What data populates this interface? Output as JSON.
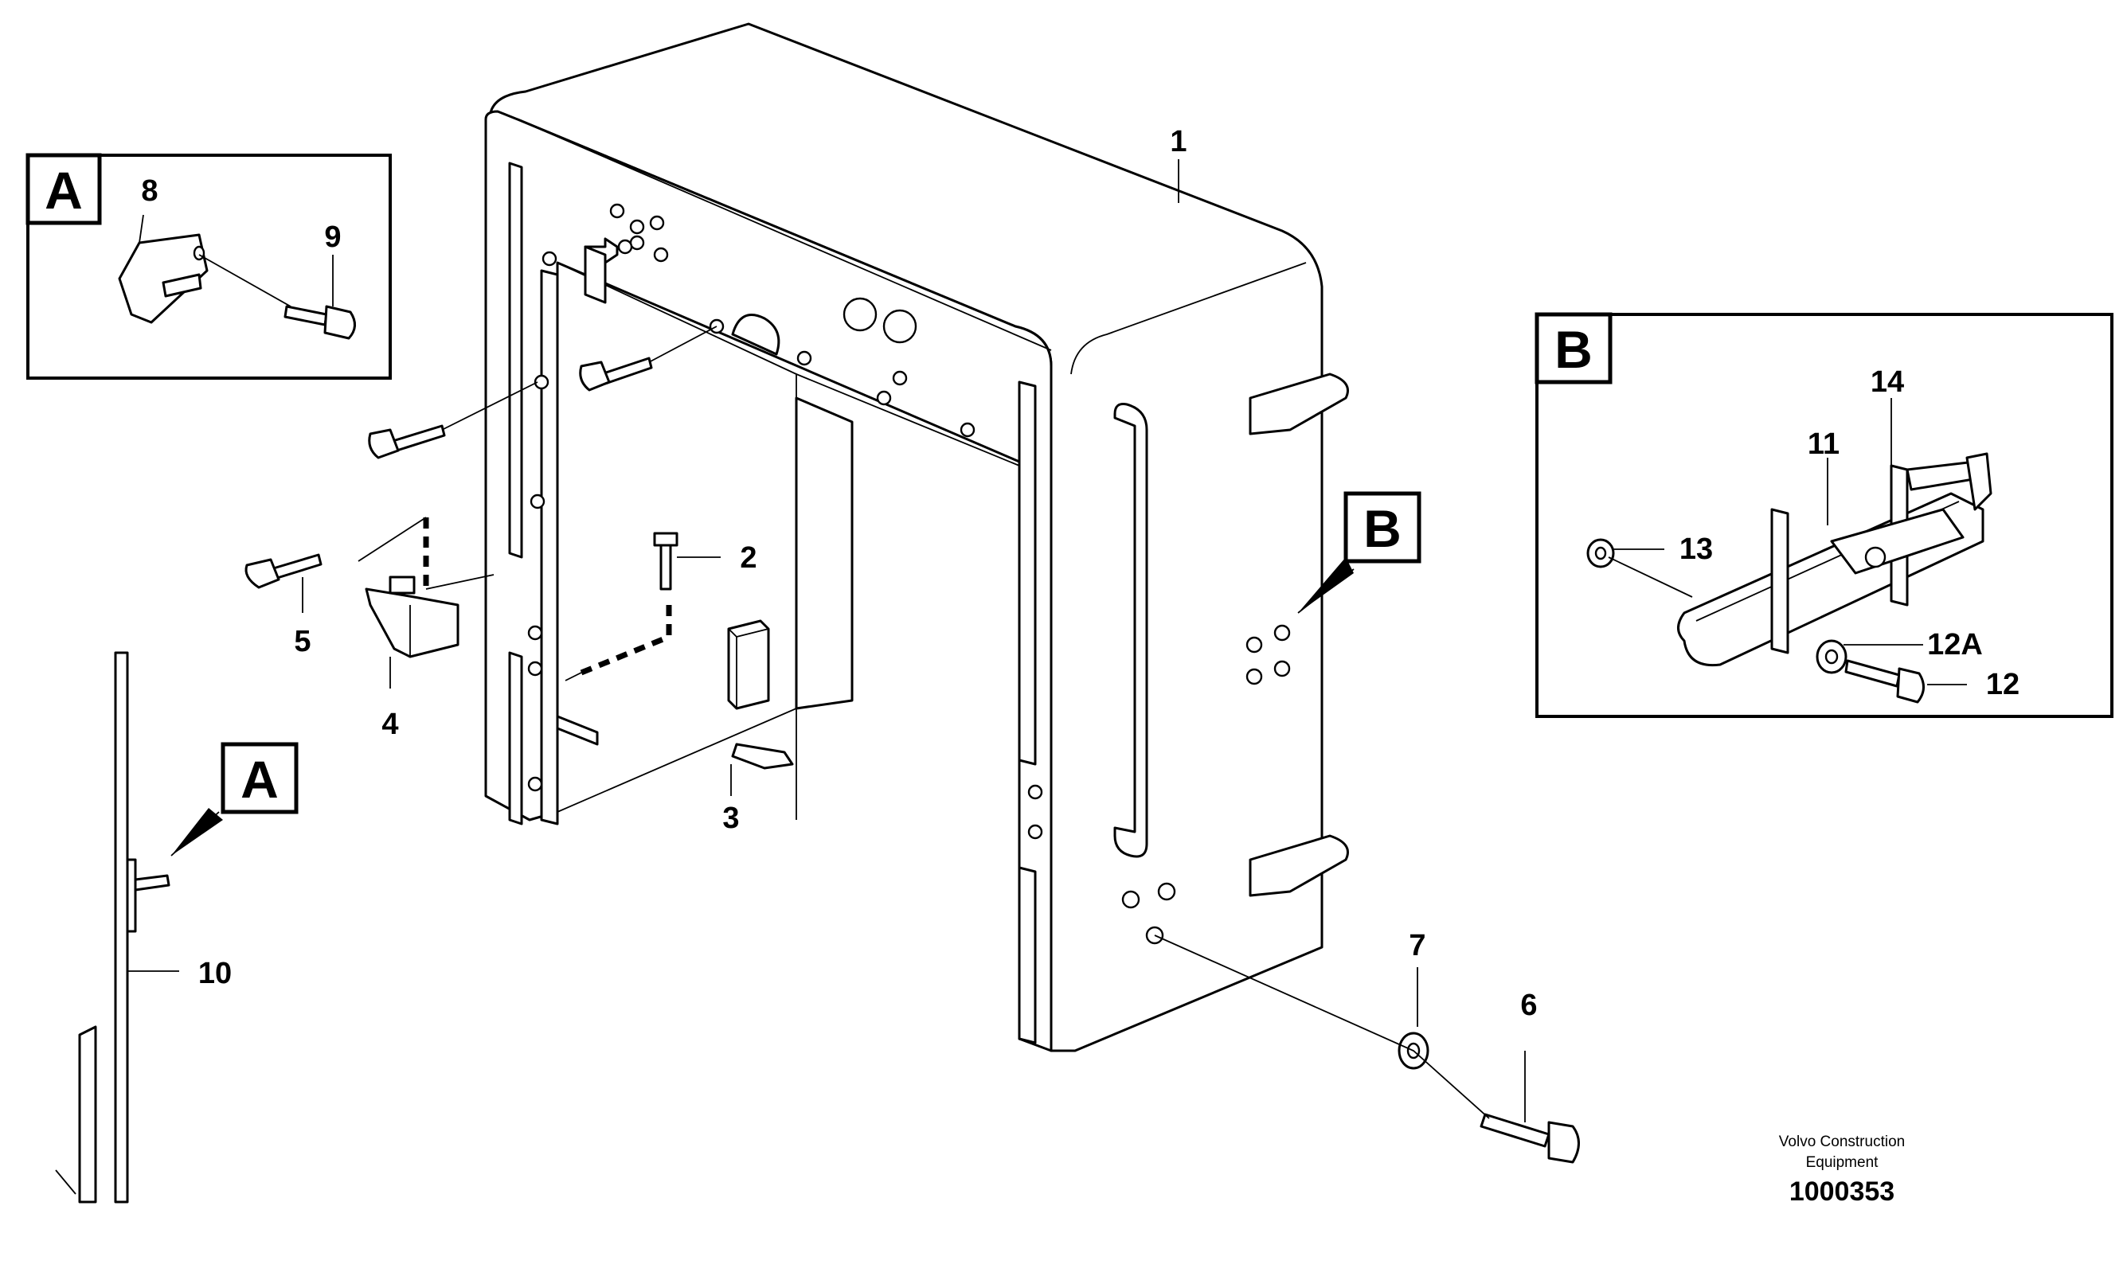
{
  "callouts": {
    "p1": "1",
    "p2": "2",
    "p3": "3",
    "p4": "4",
    "p5": "5",
    "p6": "6",
    "p7": "7",
    "p8": "8",
    "p9": "9",
    "p10": "10",
    "p11": "11",
    "p12": "12",
    "p12a": "12A",
    "p13": "13",
    "p14": "14"
  },
  "detail_labels": {
    "a_box": "A",
    "b_box": "B",
    "a_pointer": "A",
    "b_pointer": "B"
  },
  "footer": {
    "company_line1": "Volvo Construction",
    "company_line2": "Equipment",
    "document_number": "1000353"
  }
}
